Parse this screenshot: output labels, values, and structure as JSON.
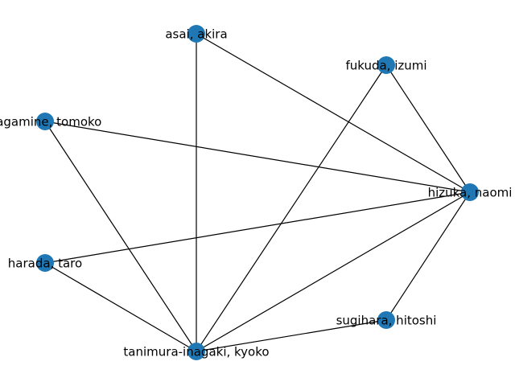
{
  "graph": {
    "node_color": "#1f77b4",
    "edge_color": "#000000",
    "nodes": [
      {
        "id": "asai",
        "label": "asai, akira"
      },
      {
        "id": "fukuda",
        "label": "fukuda, izumi"
      },
      {
        "id": "nagamine",
        "label": "nagamine, tomoko"
      },
      {
        "id": "hizuka",
        "label": "hizuka, naomi"
      },
      {
        "id": "harada",
        "label": "harada, taro"
      },
      {
        "id": "sugihara",
        "label": "sugihara, hitoshi"
      },
      {
        "id": "tanimura",
        "label": "tanimura-inagaki, kyoko"
      }
    ],
    "edges": [
      [
        "asai",
        "tanimura"
      ],
      [
        "asai",
        "hizuka"
      ],
      [
        "fukuda",
        "hizuka"
      ],
      [
        "fukuda",
        "tanimura"
      ],
      [
        "nagamine",
        "hizuka"
      ],
      [
        "nagamine",
        "tanimura"
      ],
      [
        "harada",
        "hizuka"
      ],
      [
        "harada",
        "tanimura"
      ],
      [
        "hizuka",
        "tanimura"
      ],
      [
        "hizuka",
        "sugihara"
      ],
      [
        "sugihara",
        "tanimura"
      ]
    ]
  }
}
